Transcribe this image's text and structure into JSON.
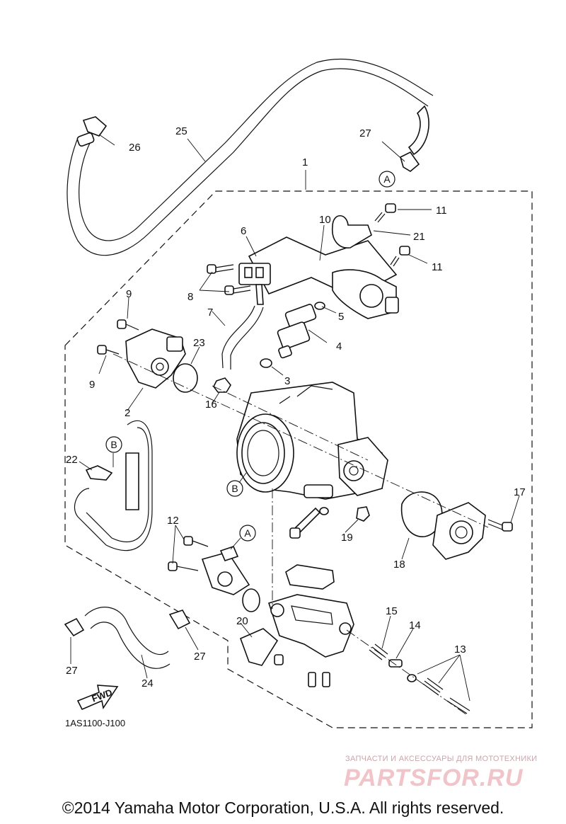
{
  "diagram": {
    "callouts": [
      "1",
      "2",
      "3",
      "4",
      "5",
      "6",
      "7",
      "8",
      "9",
      "9",
      "10",
      "11",
      "11",
      "12",
      "13",
      "14",
      "15",
      "16",
      "17",
      "18",
      "19",
      "20",
      "21",
      "22",
      "23",
      "24",
      "25",
      "26",
      "27",
      "27",
      "27"
    ],
    "ref_markers": [
      "A",
      "A",
      "B",
      "B"
    ],
    "drawing_code": "1AS1100-J100",
    "fwd_label": "FWD"
  },
  "watermark": {
    "tagline": "ЗАПЧАСТИ И АКСЕССУАРЫ ДЛЯ МОТОТЕХНИКИ",
    "brand": "PARTSFOR.RU"
  },
  "footer": {
    "copyright": "©2014 Yamaha Motor Corporation, U.S.A. All rights reserved."
  }
}
